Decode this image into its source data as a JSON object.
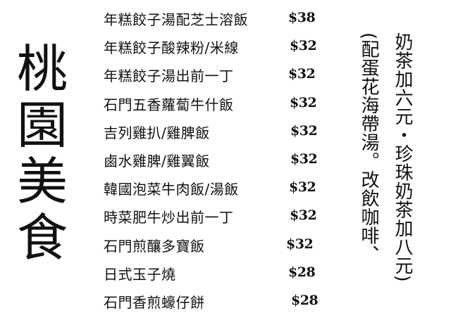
{
  "title": [
    "桃",
    "園",
    "美",
    "食"
  ],
  "items": [
    {
      "name": "年糕餃子湯配芝士溶飯",
      "price": "$38"
    },
    {
      "name": "年糕餃子酸辣粉/米線",
      "price": "$32"
    },
    {
      "name": "年糕餃子湯出前一丁",
      "price": "$32"
    },
    {
      "name": "石門五香蘿蔔牛什飯",
      "price": "$32"
    },
    {
      "name": "吉列雞扒/雞脾飯",
      "price": "$32"
    },
    {
      "name": "鹵水雞脾/雞翼飯",
      "price": "$32"
    },
    {
      "name": "韓國泡菜牛肉飯/湯飯",
      "price": "$32"
    },
    {
      "name": "時菜肥牛炒出前一丁",
      "price": "$32"
    },
    {
      "name": "石門煎釀多寶飯",
      "price": "$32"
    },
    {
      "name": "日式玉子燒",
      "price": "$28"
    },
    {
      "name": "石門香煎蠔仔餅",
      "price": "$28"
    }
  ],
  "note": {
    "line1": "(配蛋花海帶湯。改飲咖啡、",
    "line2": "奶茶加六元・珍珠奶茶加八元)"
  }
}
